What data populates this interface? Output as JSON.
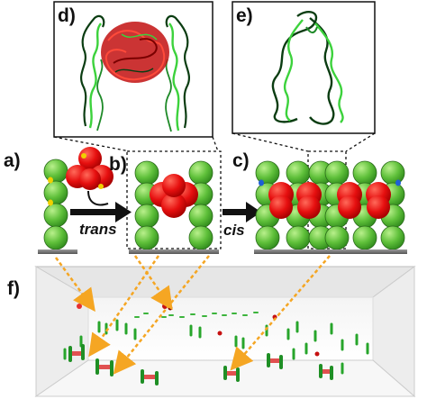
{
  "panels": {
    "a": "a)",
    "b": "b)",
    "c": "c)",
    "d": "d)",
    "e": "e)",
    "f": "f)"
  },
  "arrows": {
    "trans": "trans",
    "cis": "cis"
  },
  "colors": {
    "domain_green": "#5fc03a",
    "cadherin_red": "#e60f0f",
    "membrane_gray": "#777777",
    "link_orange": "#f5a623",
    "ribbon_dark": "#0b3d12",
    "ribbon_light": "#3cd23c",
    "calcium_blue": "#1e5fd6",
    "calcium_yellow": "#f0d000"
  }
}
